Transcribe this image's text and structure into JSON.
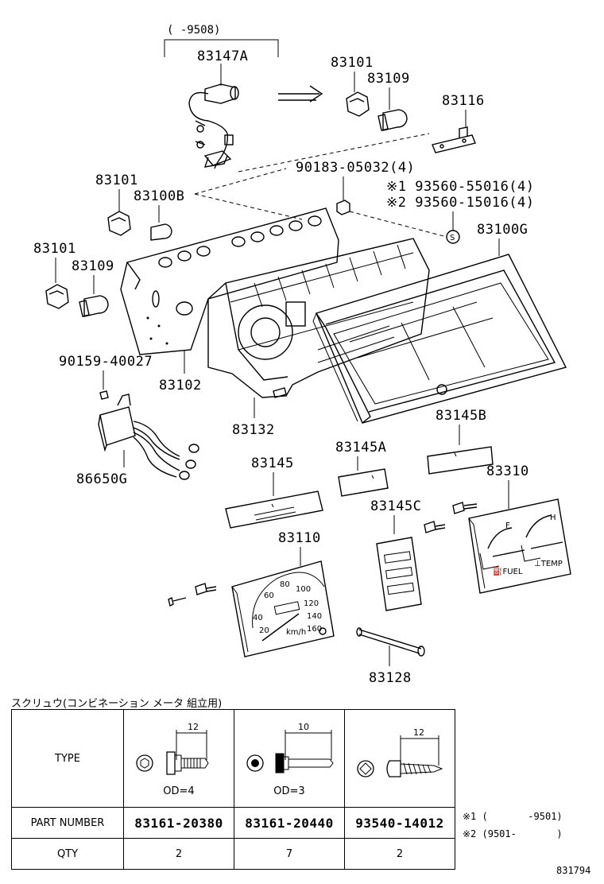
{
  "callouts": {
    "c83147A_range": "(       -9508)",
    "c83147A": "83147A",
    "c83101_top": "83101",
    "c83109_top": "83109",
    "c83116": "83116",
    "c90183": "90183-05032(4)",
    "c93560_1": "※1 93560-55016(4)",
    "c93560_2": "※2 93560-15016(4)",
    "c83101_mid": "83101",
    "c83100B": "83100B",
    "c83100G": "83100G",
    "c83101_left": "83101",
    "c83109_left": "83109",
    "c90159": "90159-40027",
    "c83102": "83102",
    "c83132": "83132",
    "c86650G": "86650G",
    "c83145B": "83145B",
    "c83145A": "83145A",
    "c83145": "83145",
    "c83310": "83310",
    "c83145C": "83145C",
    "c83110": "83110",
    "c83128": "83128",
    "s_symbol": "S"
  },
  "table": {
    "caption": "スクリュウ(コンビネーション メータ 組立用)",
    "type_header": "TYPE",
    "part_number_header": "PART NUMBER",
    "qty_header": "QTY",
    "columns": [
      {
        "length": "12",
        "od": "OD=4",
        "part_number": "83161-20380",
        "qty": "2"
      },
      {
        "length": "10",
        "od": "OD=3",
        "part_number": "83161-20440",
        "qty": "7"
      },
      {
        "length": "12",
        "od": "",
        "part_number": "93540-14012",
        "qty": "2"
      }
    ]
  },
  "notes": {
    "note1": "※1 (       -9501)",
    "note2": "※2 (9501-       )"
  },
  "reference": "831794"
}
